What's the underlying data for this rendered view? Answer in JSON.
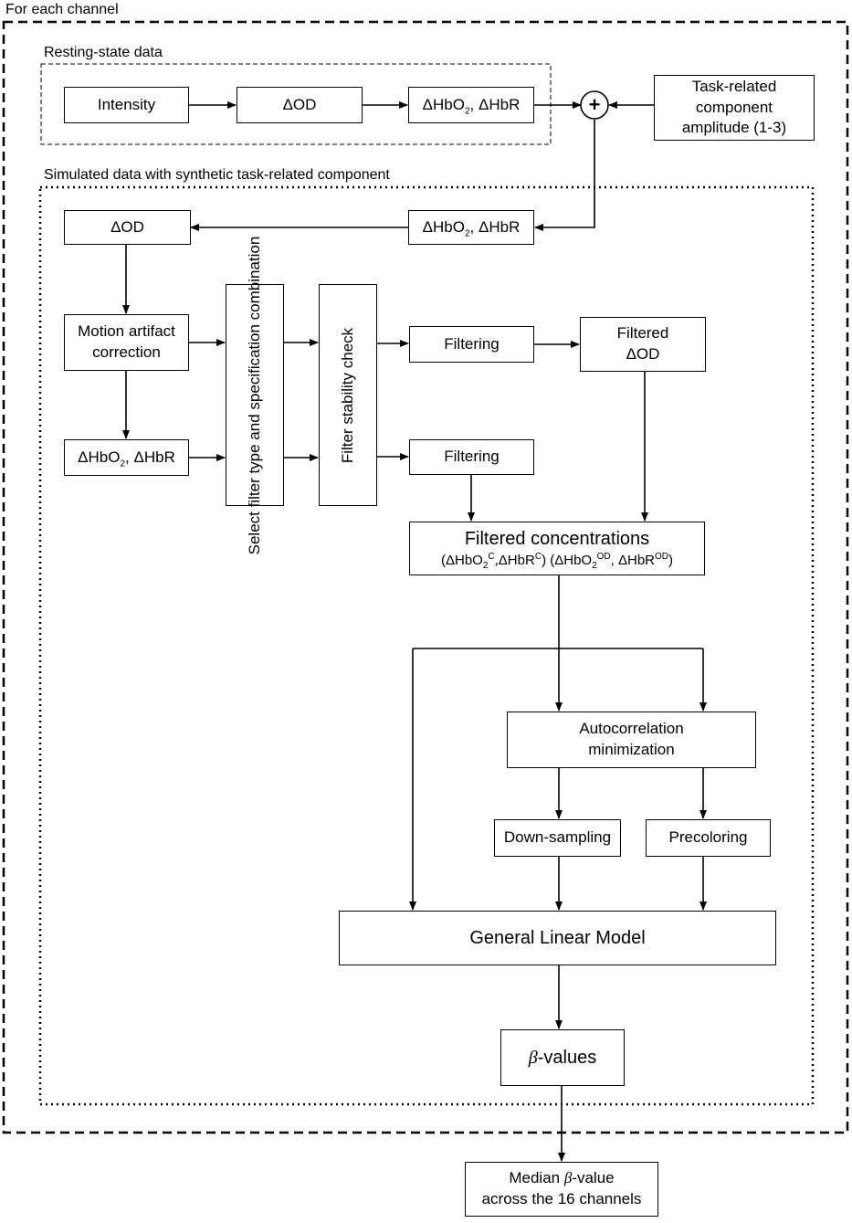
{
  "regions": {
    "outer_label": "For each channel",
    "resting_label": "Resting-state data",
    "simulated_label": "Simulated data with synthetic task-related component"
  },
  "nodes": {
    "intensity": "Intensity",
    "delta_od_top": "ΔOD",
    "hb_top": {
      "prefix": "ΔHbO",
      "sub": "2",
      "suffix": ", ΔHbR"
    },
    "plus_symbol": "+",
    "task_amplitude": {
      "line1": "Task-related",
      "line2": "component",
      "line3": "amplitude (1-3)"
    },
    "hb_sim": {
      "prefix": "ΔHbO",
      "sub": "2",
      "suffix": ", ΔHbR"
    },
    "delta_od_sim": "ΔOD",
    "motion_correction": {
      "line1": "Motion artifact",
      "line2": "correction"
    },
    "hb_left": {
      "prefix": "ΔHbO",
      "sub": "2",
      "suffix": ", ΔHbR"
    },
    "select_filter": {
      "line1": "Select filter type and",
      "line2": "specification combination"
    },
    "stability_check": "Filter stability check",
    "filtering_1": "Filtering",
    "filtering_2": "Filtering",
    "filtered_od": {
      "line1": "Filtered",
      "line2": "ΔOD"
    },
    "filtered_conc": {
      "title": "Filtered concentrations",
      "p1": "(ΔHbO",
      "p1_sub": "2",
      "p1_sup": "C",
      "p2": ",ΔHbR",
      "p2_sup": "C",
      "p3": ") (ΔHbO",
      "p3_sub": "2",
      "p3_sup": "OD",
      "p4": ", ΔHbR",
      "p4_sup": "OD",
      "p5": ")"
    },
    "autocorr": {
      "line1": "Autocorrelation",
      "line2": "minimization"
    },
    "downsampling": "Down-sampling",
    "precoloring": "Precoloring",
    "glm": "General Linear Model",
    "beta_values": {
      "symbol": "β",
      "suffix": "-values"
    },
    "median": {
      "prefix": "Median ",
      "symbol": "β",
      "suffix": "-value",
      "line2": "across the 16 channels"
    }
  }
}
